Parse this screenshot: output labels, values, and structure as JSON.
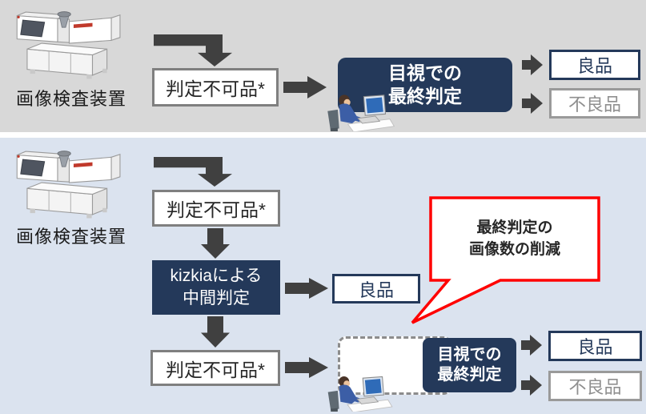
{
  "colors": {
    "top_background": "#d8d8d8",
    "bottom_background": "#dbe3ef",
    "navy": "#24395a",
    "arrow_gray": "#404040",
    "box_border_gray": "#7f7f7f",
    "muted_gray": "#8f8f8f",
    "callout_red": "#ff0000"
  },
  "top_flow": {
    "device_label": "画像検査装置",
    "undecidable_box": "判定不可品*",
    "final_judgment_line1": "目視での",
    "final_judgment_line2": "最終判定",
    "good_box": "良品",
    "defect_box": "不良品"
  },
  "bottom_flow": {
    "device_label": "画像検査装置",
    "undecidable_box1": "判定不可品*",
    "kizkia_line1": "kizkiaによる",
    "kizkia_line2": "中間判定",
    "good_box_mid": "良品",
    "undecidable_box2": "判定不可品*",
    "final_judgment_line1": "目視での",
    "final_judgment_line2": "最終判定",
    "good_box": "良品",
    "defect_box": "不良品",
    "callout_line1": "最終判定の",
    "callout_line2": "画像数の削減"
  }
}
